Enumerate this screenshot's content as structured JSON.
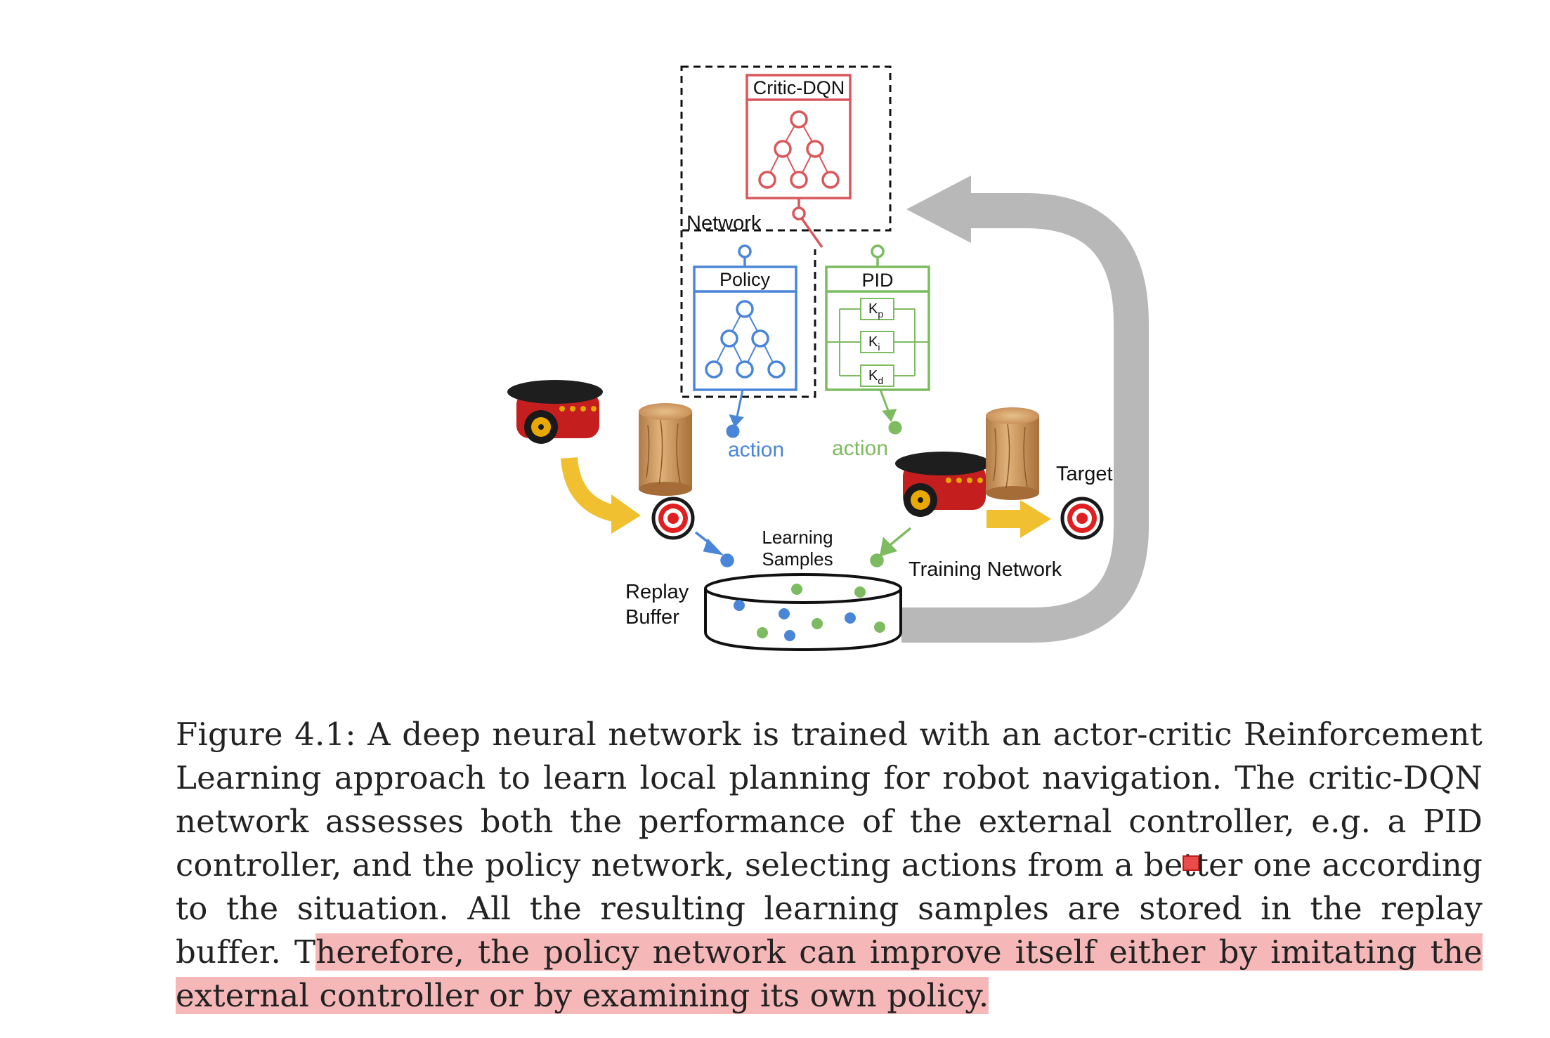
{
  "diagram": {
    "critic_title": "Critic-DQN",
    "network_label": "Network",
    "policy_title": "Policy",
    "pid_title": "PID",
    "pid_gains": [
      {
        "base": "K",
        "sub": "p"
      },
      {
        "base": "K",
        "sub": "i"
      },
      {
        "base": "K",
        "sub": "d"
      }
    ],
    "action_policy": "action",
    "action_pid": "action",
    "target_label": "Target",
    "learning_samples_line1": "Learning",
    "learning_samples_line2": "Samples",
    "replay_buffer_line1": "Replay",
    "replay_buffer_line2": "Buffer",
    "training_network": "Training Network",
    "colors": {
      "critic": "#d9575b",
      "policy": "#4a86d8",
      "pid": "#7dbb60",
      "arrow_yellow": "#f0c030",
      "loop_gray": "#b8b8b8"
    }
  },
  "caption": {
    "plain": "Figure 4.1:  A deep neural network is trained with an actor-critic Reinforcement Learning approach to learn local planning for robot navigation.  The critic-DQN network assesses both the performance of the external controller, e.g.  a PID controller, and the policy network, selecting actions from a better one according to the situation. All the resulting learning samples are stored in the replay buffer.  T",
    "highlighted": "herefore, the policy network can improve itself either by imitating the external controller or by examining its own policy."
  }
}
